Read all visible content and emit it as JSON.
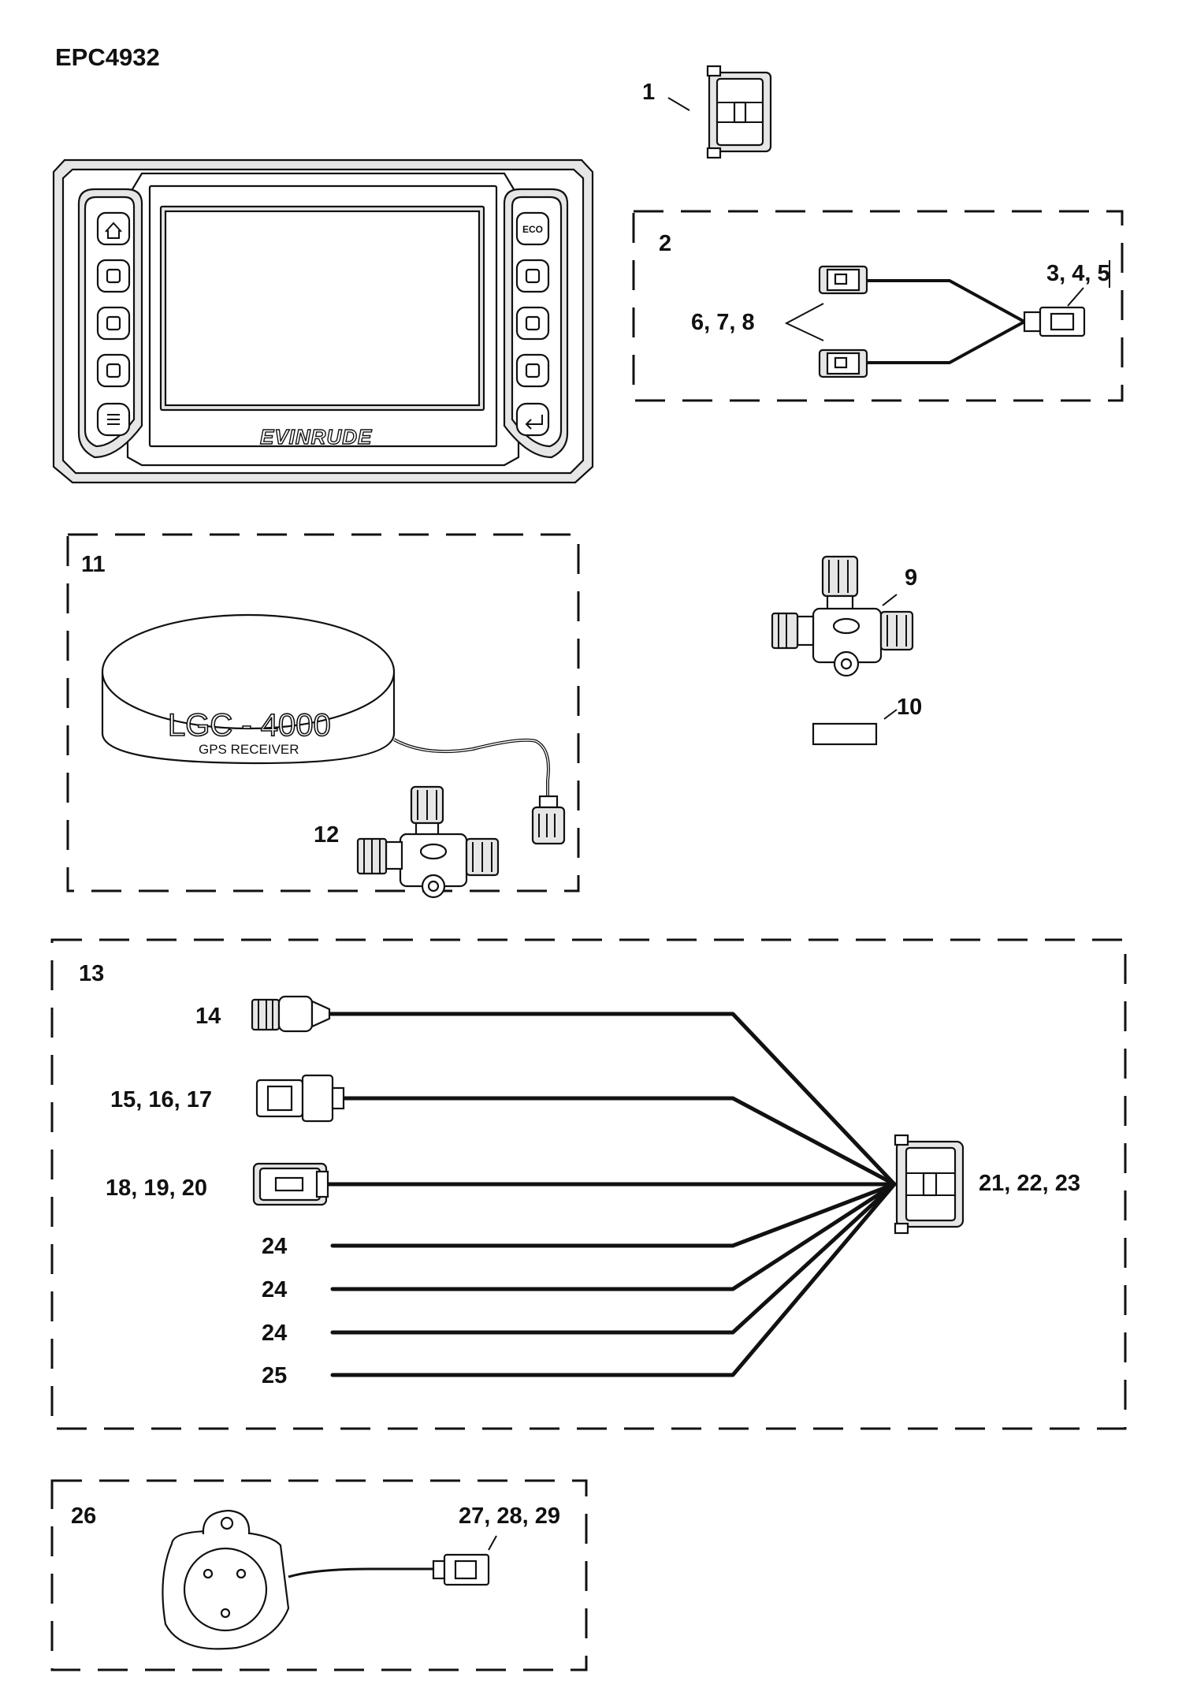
{
  "diagram_code": "EPC4932",
  "display": {
    "brand": "EVINRUDE",
    "eco_label": "ECO"
  },
  "gps": {
    "model": "LGC - 4000",
    "subtitle": "GPS RECEIVER"
  },
  "callouts": {
    "c1": "1",
    "c2": "2",
    "c345": "3, 4, 5",
    "c678": "6, 7, 8",
    "c9": "9",
    "c10": "10",
    "c11": "11",
    "c12": "12",
    "c13": "13",
    "c14": "14",
    "c151617": "15, 16, 17",
    "c181920": "18, 19, 20",
    "c212223": "21, 22, 23",
    "c24a": "24",
    "c24b": "24",
    "c24c": "24",
    "c25": "25",
    "c26": "26",
    "c272829": "27, 28, 29"
  }
}
